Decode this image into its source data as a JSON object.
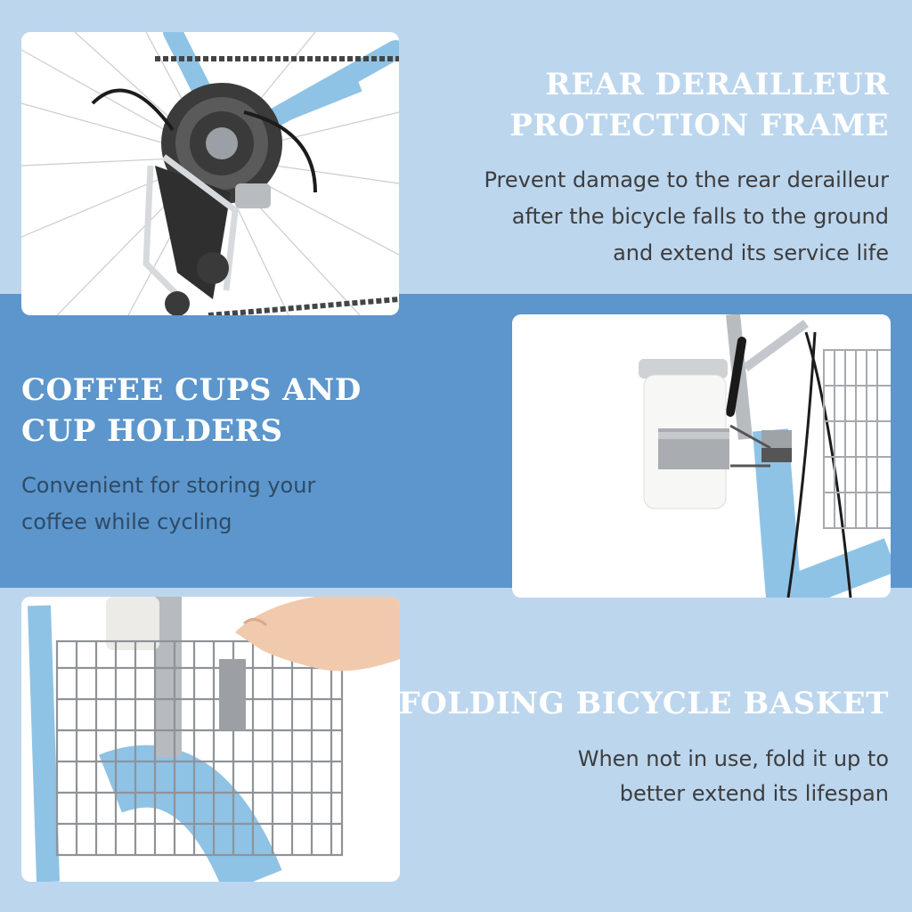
{
  "colors": {
    "light_blue": "#bcd6ee",
    "mid_blue": "#5c96cc",
    "bike_blue": "#8ec3e6",
    "heading_text": "#ffffff",
    "body_text": "#3d3d3d"
  },
  "features": [
    {
      "heading_lines": [
        "REAR DERAILLEUR",
        "PROTECTION FRAME"
      ],
      "description_lines": [
        "Prevent damage to the rear derailleur",
        "after the bicycle falls to the ground",
        "and extend its service life"
      ],
      "photo_subject": "rear derailleur with protection frame"
    },
    {
      "heading_lines": [
        "COFFEE CUPS AND",
        "CUP HOLDERS"
      ],
      "description_lines": [
        "Convenient for storing your",
        "coffee while cycling"
      ],
      "photo_subject": "white coffee cup in holder on handlebar stem"
    },
    {
      "heading_lines": [
        "FOLDING BICYCLE BASKET"
      ],
      "description_lines": [
        "When not in use, fold it up to",
        "better extend its lifespan"
      ],
      "photo_subject": "hand folding a wire bicycle basket"
    }
  ]
}
